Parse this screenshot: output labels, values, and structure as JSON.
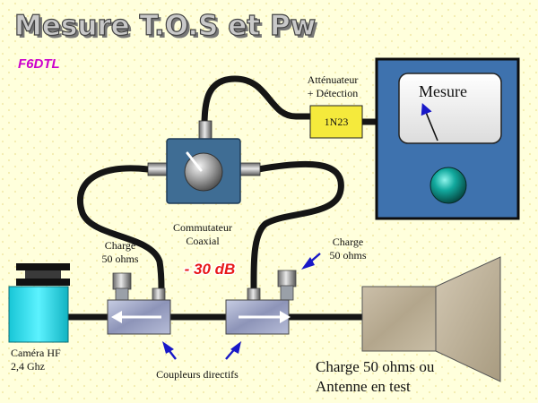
{
  "title": "Mesure T.O.S et Pw",
  "author": "F6DTL",
  "labels": {
    "attenuator_line1": "Atténuateur",
    "attenuator_line2": "+ Détection",
    "diode": "1N23",
    "meter": "Mesure",
    "switch_line1": "Commutateur",
    "switch_line2": "Coaxial",
    "charge_left_line1": "Charge",
    "charge_left_line2": "50 ohms",
    "charge_right_line1": "Charge",
    "charge_right_line2": "50 ohms",
    "attenuation": "- 30 dB",
    "camera_line1": "Caméra HF",
    "camera_line2": "2,4 Ghz",
    "couplers": "Coupleurs directifs",
    "load_line1": "Charge 50 ohms ou",
    "load_line2": "Antenne en test"
  },
  "colors": {
    "background": "#ffffdc",
    "title_fill": "#c9c9c9",
    "author": "#cc00cc",
    "attenuation": "#e81818",
    "meter_panel": "#3e72ae",
    "diode_box": "#f5ea3c",
    "camera": "#1fd6e6",
    "cable": "#151515",
    "arrow": "#1818c8"
  }
}
